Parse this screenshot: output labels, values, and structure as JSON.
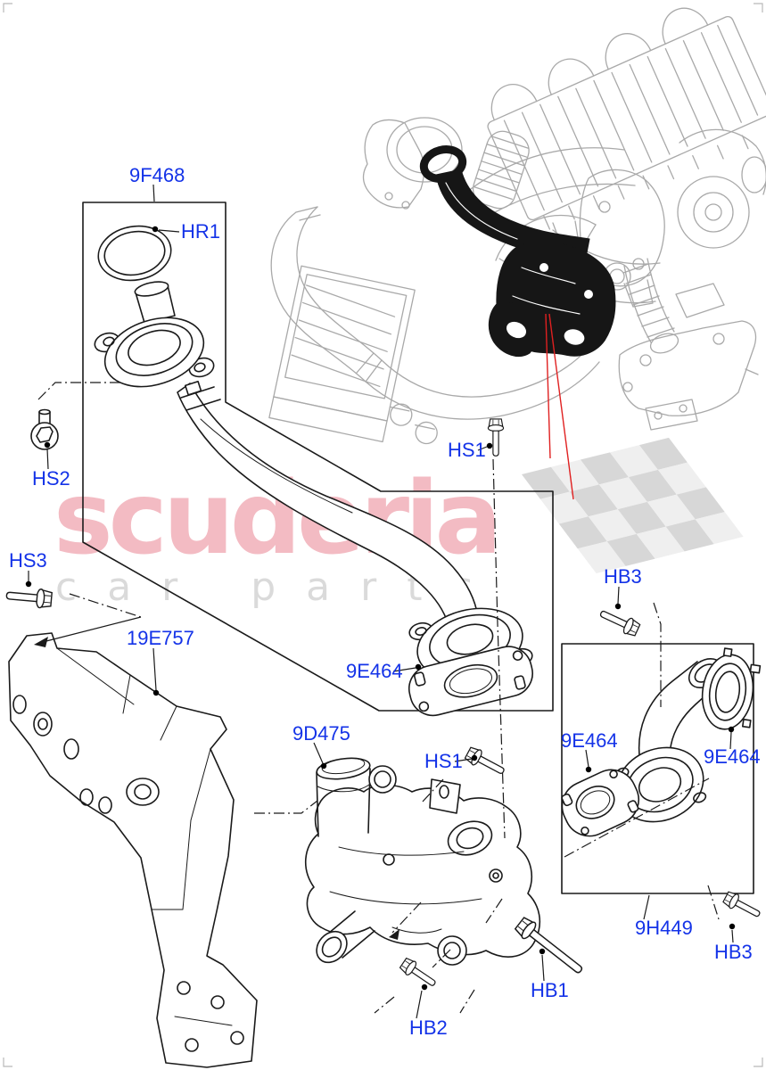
{
  "page": {
    "type": "exploded-parts-diagram",
    "subject": "EGR valve and exhaust gas recirculation pipework"
  },
  "watermark": {
    "brand": "scuderia",
    "tagline": "car parts"
  },
  "colors": {
    "callout_blue": "#1433E8",
    "watermark_pink": "#F3BBC3",
    "tagline_gray": "#DADADA",
    "line_black": "#1A1A1A",
    "engine_gray": "#A9A9A9",
    "leader_red": "#E02020",
    "flag_dark_cell": "#D7D7D7",
    "flag_light_cell": "#EFEFEF"
  },
  "callouts": {
    "pipe_kit": "9F468",
    "oring": "HR1",
    "screw_hs2": "HS2",
    "screw_hs3": "HS3",
    "bracket": "19E757",
    "pipe_gasket": "9E464",
    "screw_hs1_upper": "HS1",
    "bolt_hb3_upper": "HB3",
    "egr_valve": "9D475",
    "screw_hs1_lower": "HS1",
    "inlet_gasket": "9E464",
    "outlet_gasket": "9E464",
    "tube_kit": "9H449",
    "bolt_hb3_lower": "HB3",
    "bolt_hb1": "HB1",
    "bolt_hb2": "HB2"
  }
}
